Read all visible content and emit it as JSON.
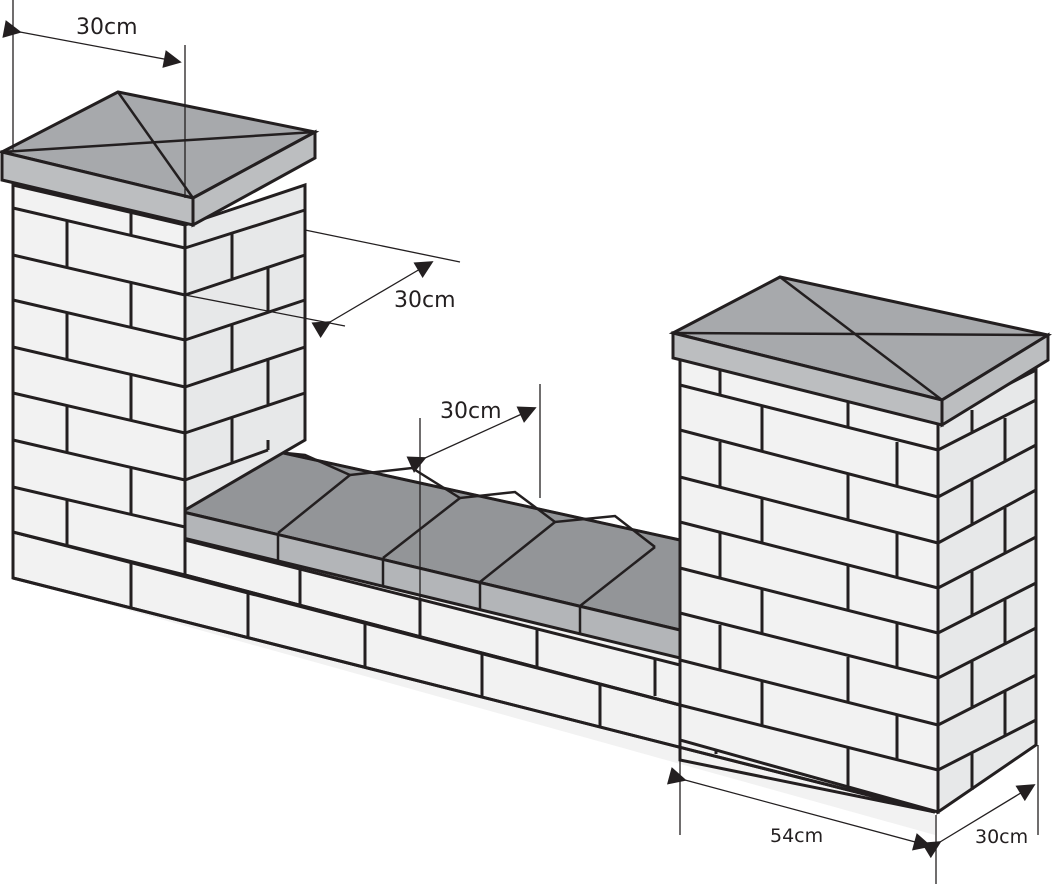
{
  "colors": {
    "outline": "#231f20",
    "brick_face": "#f2f2f2",
    "brick_side": "#e7e8e9",
    "cap_top": "#a7a9ac",
    "cap_edge": "#bcbec0",
    "coping_top": "#939598",
    "coping_side": "#b3b5b8",
    "background": "#ffffff"
  },
  "dimensions": {
    "left_pillar_width": "30cm",
    "left_pillar_depth": "30cm",
    "coping_depth": "30cm",
    "right_pillar_width": "54cm",
    "right_pillar_depth": "30cm"
  }
}
